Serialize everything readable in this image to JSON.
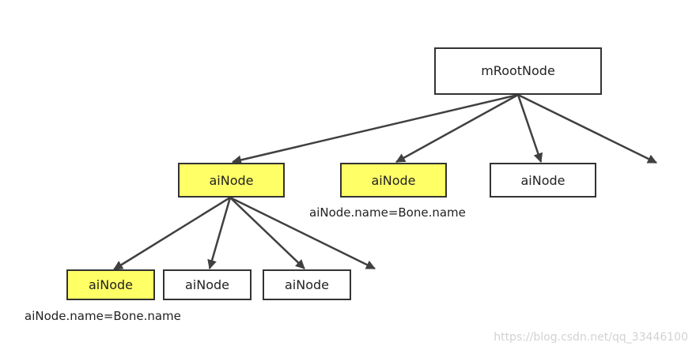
{
  "colors": {
    "highlight": "#ffff66",
    "plain": "#ffffff",
    "border": "#333333",
    "edge": "#404040",
    "text": "#222222",
    "watermark": "#d2d2d2"
  },
  "nodes": {
    "root": {
      "label": "mRootNode",
      "highlighted": false
    },
    "child1": {
      "label": "aiNode",
      "highlighted": true
    },
    "child2": {
      "label": "aiNode",
      "highlighted": true
    },
    "child3": {
      "label": "aiNode",
      "highlighted": false
    },
    "grand1": {
      "label": "aiNode",
      "highlighted": true
    },
    "grand2": {
      "label": "aiNode",
      "highlighted": false
    },
    "grand3": {
      "label": "aiNode",
      "highlighted": false
    }
  },
  "annotations": {
    "child2_note": "aiNode.name=Bone.name",
    "grand1_note": "aiNode.name=Bone.name"
  },
  "watermark": "https://blog.csdn.net/qq_33446100"
}
